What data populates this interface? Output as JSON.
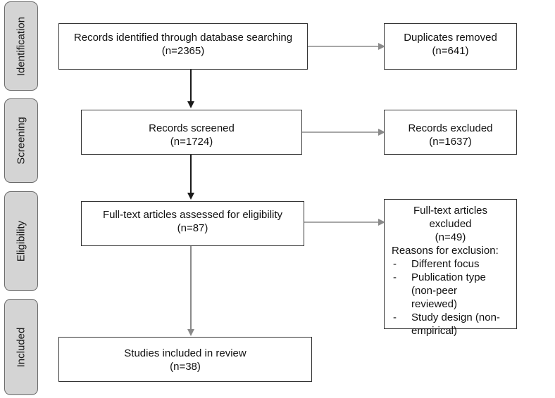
{
  "phases": {
    "identification": "Identification",
    "screening": "Screening",
    "eligibility": "Eligibility",
    "included": "Included"
  },
  "boxes": {
    "identified": {
      "line1": "Records identified through database searching",
      "line2": "(n=2365)"
    },
    "duplicates": {
      "line1": "Duplicates removed",
      "line2": "(n=641)"
    },
    "screened": {
      "line1": "Records screened",
      "line2": "(n=1724)"
    },
    "excluded": {
      "line1": "Records excluded",
      "line2": "(n=1637)"
    },
    "fulltext": {
      "line1": "Full-text articles assessed for eligibility",
      "line2": "(n=87)"
    },
    "fulltext_excluded": {
      "title": "Full-text articles excluded",
      "count": "(n=49)",
      "reasons_heading": "Reasons for exclusion:",
      "reasons": [
        {
          "dash": "-",
          "line1": "Different focus",
          "line2": ""
        },
        {
          "dash": "-",
          "line1": "Publication type (non-peer",
          "line2": "reviewed)"
        },
        {
          "dash": "-",
          "line1": "Study design (non-",
          "line2": "empirical)"
        }
      ]
    },
    "included": {
      "line1": "Studies included in review",
      "line2": "(n=38)"
    }
  },
  "colors": {
    "phase_fill": "#d4d4d4",
    "phase_border": "#6a6a6a",
    "main_arrow": "#1a1a1a",
    "side_arrow": "#8a8a8a"
  }
}
